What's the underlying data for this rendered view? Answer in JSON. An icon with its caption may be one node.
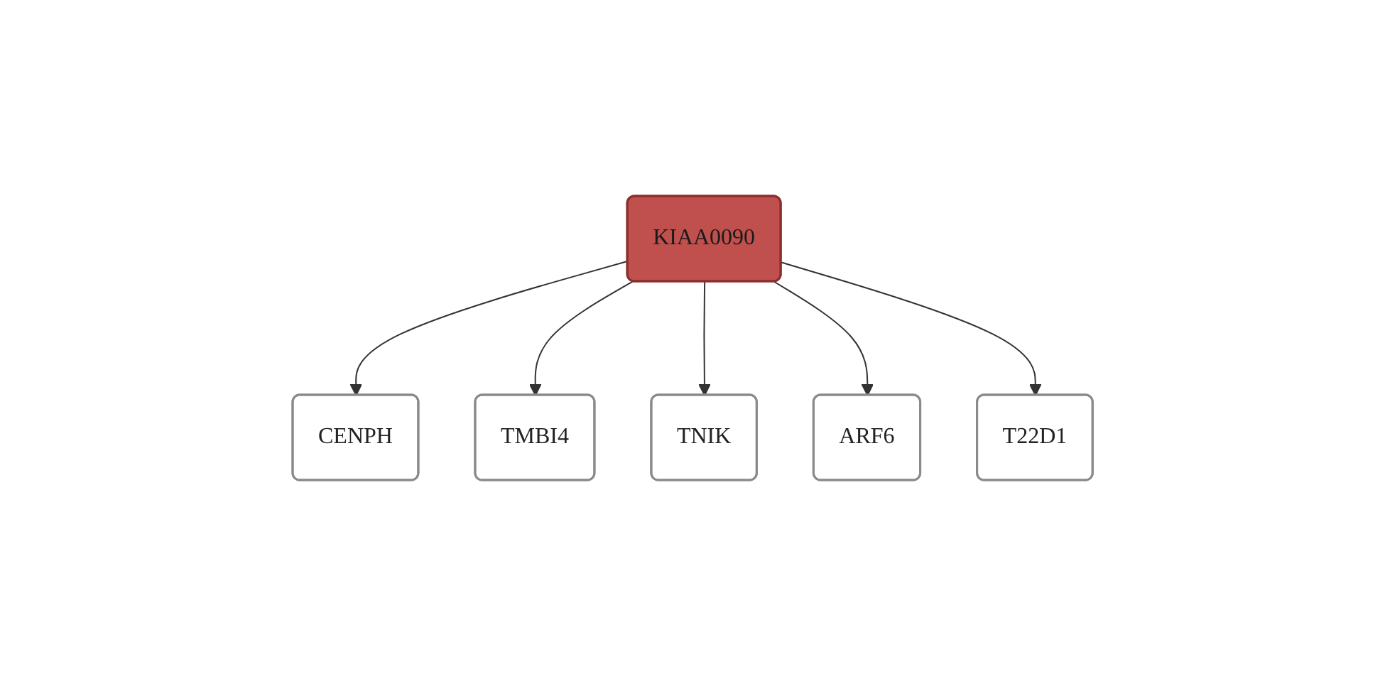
{
  "diagram": {
    "nodes": [
      {
        "text": [
          "CENPH"
        ]
      },
      {
        "text": [
          "TMBI4"
        ]
      },
      {
        "text": [
          "TNIK"
        ]
      },
      {
        "text": [
          "KIAA0090"
        ]
      },
      {
        "text": [
          "ARF6"
        ]
      },
      {
        "text": [
          "T22D1"
        ]
      }
    ],
    "edges": [
      {
        "from": 3,
        "to": 0,
        "arrow": "to"
      },
      {
        "from": 3,
        "to": 1,
        "arrow": "to"
      },
      {
        "from": 3,
        "to": 2,
        "arrow": "to"
      },
      {
        "from": 3,
        "to": 4,
        "arrow": "to"
      },
      {
        "from": 3,
        "to": 5,
        "arrow": "to"
      }
    ]
  }
}
